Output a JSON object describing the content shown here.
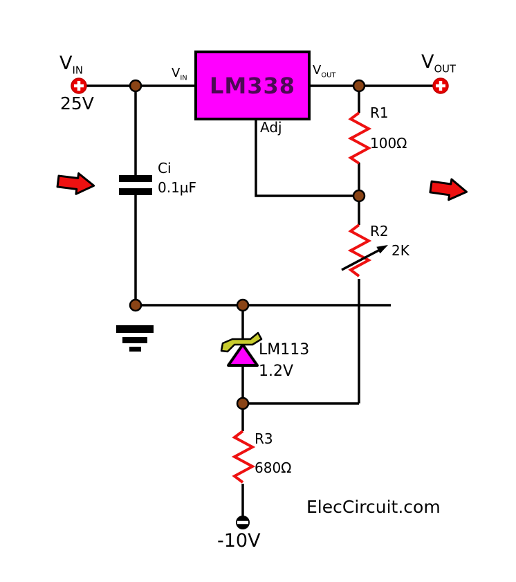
{
  "schematic": {
    "ic": {
      "name": "LM338",
      "pin_in_main": "V",
      "pin_in_sub": "IN",
      "pin_out_main": "V",
      "pin_out_sub": "OUT",
      "pin_adj": "Adj"
    },
    "input": {
      "label_main": "V",
      "label_sub": "IN",
      "voltage": "25V"
    },
    "output": {
      "label_main": "V",
      "label_sub": "OUT"
    },
    "components": {
      "r1": {
        "name": "R1",
        "value": "100Ω"
      },
      "r2": {
        "name": "R2",
        "value": "2K"
      },
      "r3": {
        "name": "R3",
        "value": "680Ω"
      },
      "ci": {
        "name": "Ci",
        "value": "0.1µF"
      },
      "d1": {
        "name": "LM113",
        "value": "1.2V"
      }
    },
    "negative_supply": "-10V",
    "watermark": "ElecCircuit.com",
    "colors": {
      "ic_fill": "#ff00ff",
      "ic_text": "#4c0a54",
      "resistor": "#ee1111",
      "wire": "#000000",
      "junction": "#8a4416",
      "terminal_red": "#e80000",
      "arrow": "#ee1111",
      "zener_bar": "#c8cc2e",
      "diode_fill": "#ff00ff"
    }
  }
}
